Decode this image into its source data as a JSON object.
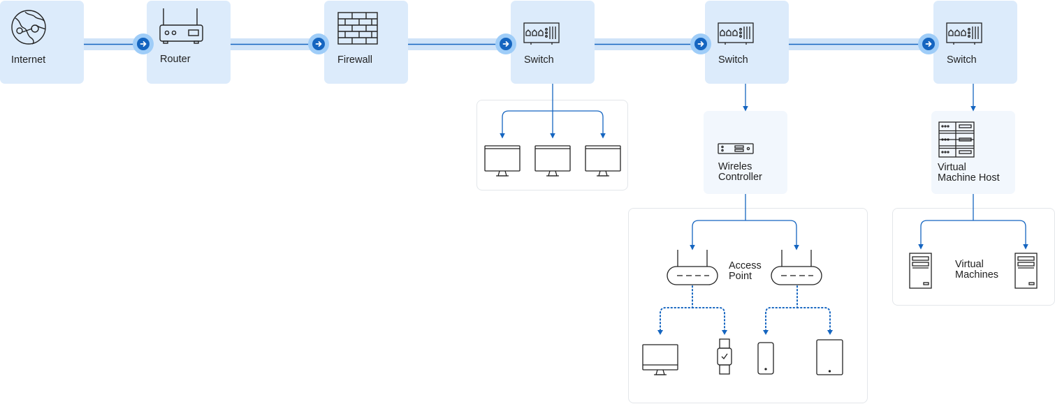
{
  "nodes": {
    "internet": "Internet",
    "router": "Router",
    "firewall": "Firewall",
    "switch1": "Switch",
    "switch2": "Switch",
    "switch3": "Switch",
    "wireless_controller": [
      "Wireles",
      "Controller"
    ],
    "vm_host": [
      "Virtual",
      "Machine Host"
    ],
    "access_point": [
      "Access",
      "Point"
    ],
    "virtual_machines": [
      "Virtual",
      "Machines"
    ]
  },
  "colors": {
    "primary_box": "#dcebfb",
    "secondary_box": "#f2f7fd",
    "link": "#1565c0",
    "arrow_circle_outer": "#9fcdf8",
    "arrow_circle_inner": "#1565c0",
    "icon_stroke": "#222222"
  },
  "icons": [
    "globe-icon",
    "router-icon",
    "firewall-icon",
    "switch-icon",
    "monitor-icon",
    "wireless-controller-icon",
    "server-rack-icon",
    "access-point-icon",
    "smartwatch-icon",
    "phone-icon",
    "tablet-icon",
    "tower-server-icon"
  ]
}
